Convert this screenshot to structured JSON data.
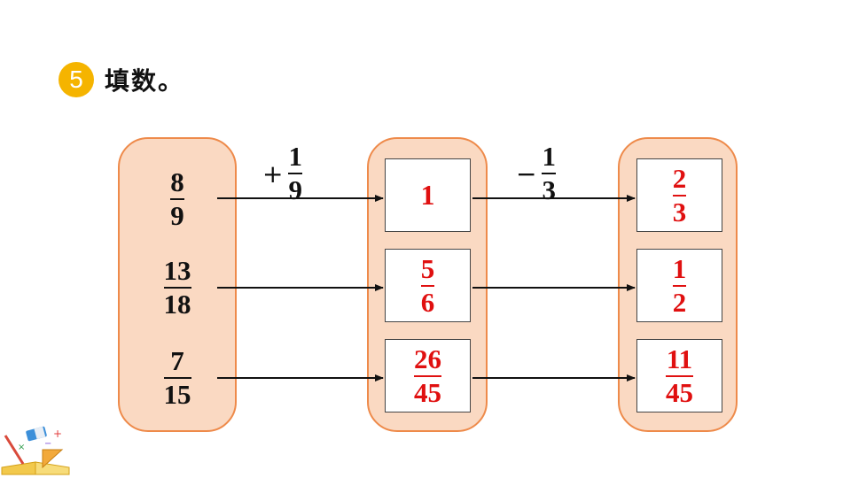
{
  "header": {
    "number": "5",
    "title": "填数。"
  },
  "operations": [
    {
      "sign": "+",
      "numerator": "1",
      "denominator": "9"
    },
    {
      "sign": "−",
      "numerator": "1",
      "denominator": "3"
    }
  ],
  "rows": [
    {
      "start": {
        "numerator": "8",
        "denominator": "9"
      },
      "middle": {
        "whole": "1"
      },
      "end": {
        "numerator": "2",
        "denominator": "3"
      }
    },
    {
      "start": {
        "numerator": "13",
        "denominator": "18"
      },
      "middle": {
        "numerator": "5",
        "denominator": "6"
      },
      "end": {
        "numerator": "1",
        "denominator": "2"
      }
    },
    {
      "start": {
        "numerator": "7",
        "denominator": "15"
      },
      "middle": {
        "numerator": "26",
        "denominator": "45"
      },
      "end": {
        "numerator": "11",
        "denominator": "45"
      }
    }
  ],
  "colors": {
    "badge": "#f5b400",
    "panel_fill": "#fad9c2",
    "panel_border": "#ee8a4a",
    "answer": "#e01010"
  },
  "icons": [
    "stationery-decoration-icon"
  ]
}
